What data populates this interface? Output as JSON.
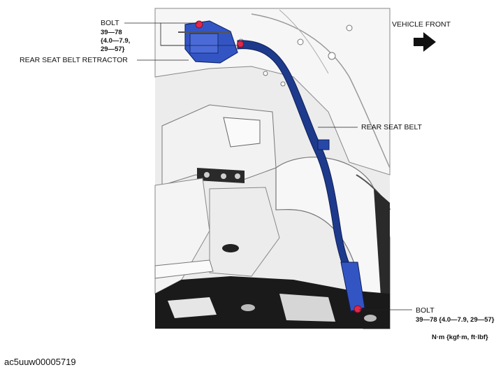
{
  "callouts": {
    "top_bolt": {
      "name": "BOLT",
      "torque_lines": [
        "39—78",
        "{4.0—7.9,",
        "29—57}"
      ]
    },
    "retractor": {
      "name": "REAR SEAT BELT RETRACTOR"
    },
    "seat_belt": {
      "name": "REAR SEAT BELT"
    },
    "bottom_bolt": {
      "name": "BOLT",
      "torque": "39—78 {4.0—7.9, 29—57}"
    }
  },
  "direction": {
    "label": "VEHICLE FRONT",
    "icon": "right-arrow-icon"
  },
  "units": "N·m {kgf·m, ft·lbf}",
  "figure_id": "ac5uuw00005719",
  "colors": {
    "belt": "#1e3a8c",
    "retractor": "#3355c4",
    "bolt_marker": "#e0284a",
    "panel_bg": "#eeeeee",
    "panel_dark": "#1a1a1a"
  }
}
